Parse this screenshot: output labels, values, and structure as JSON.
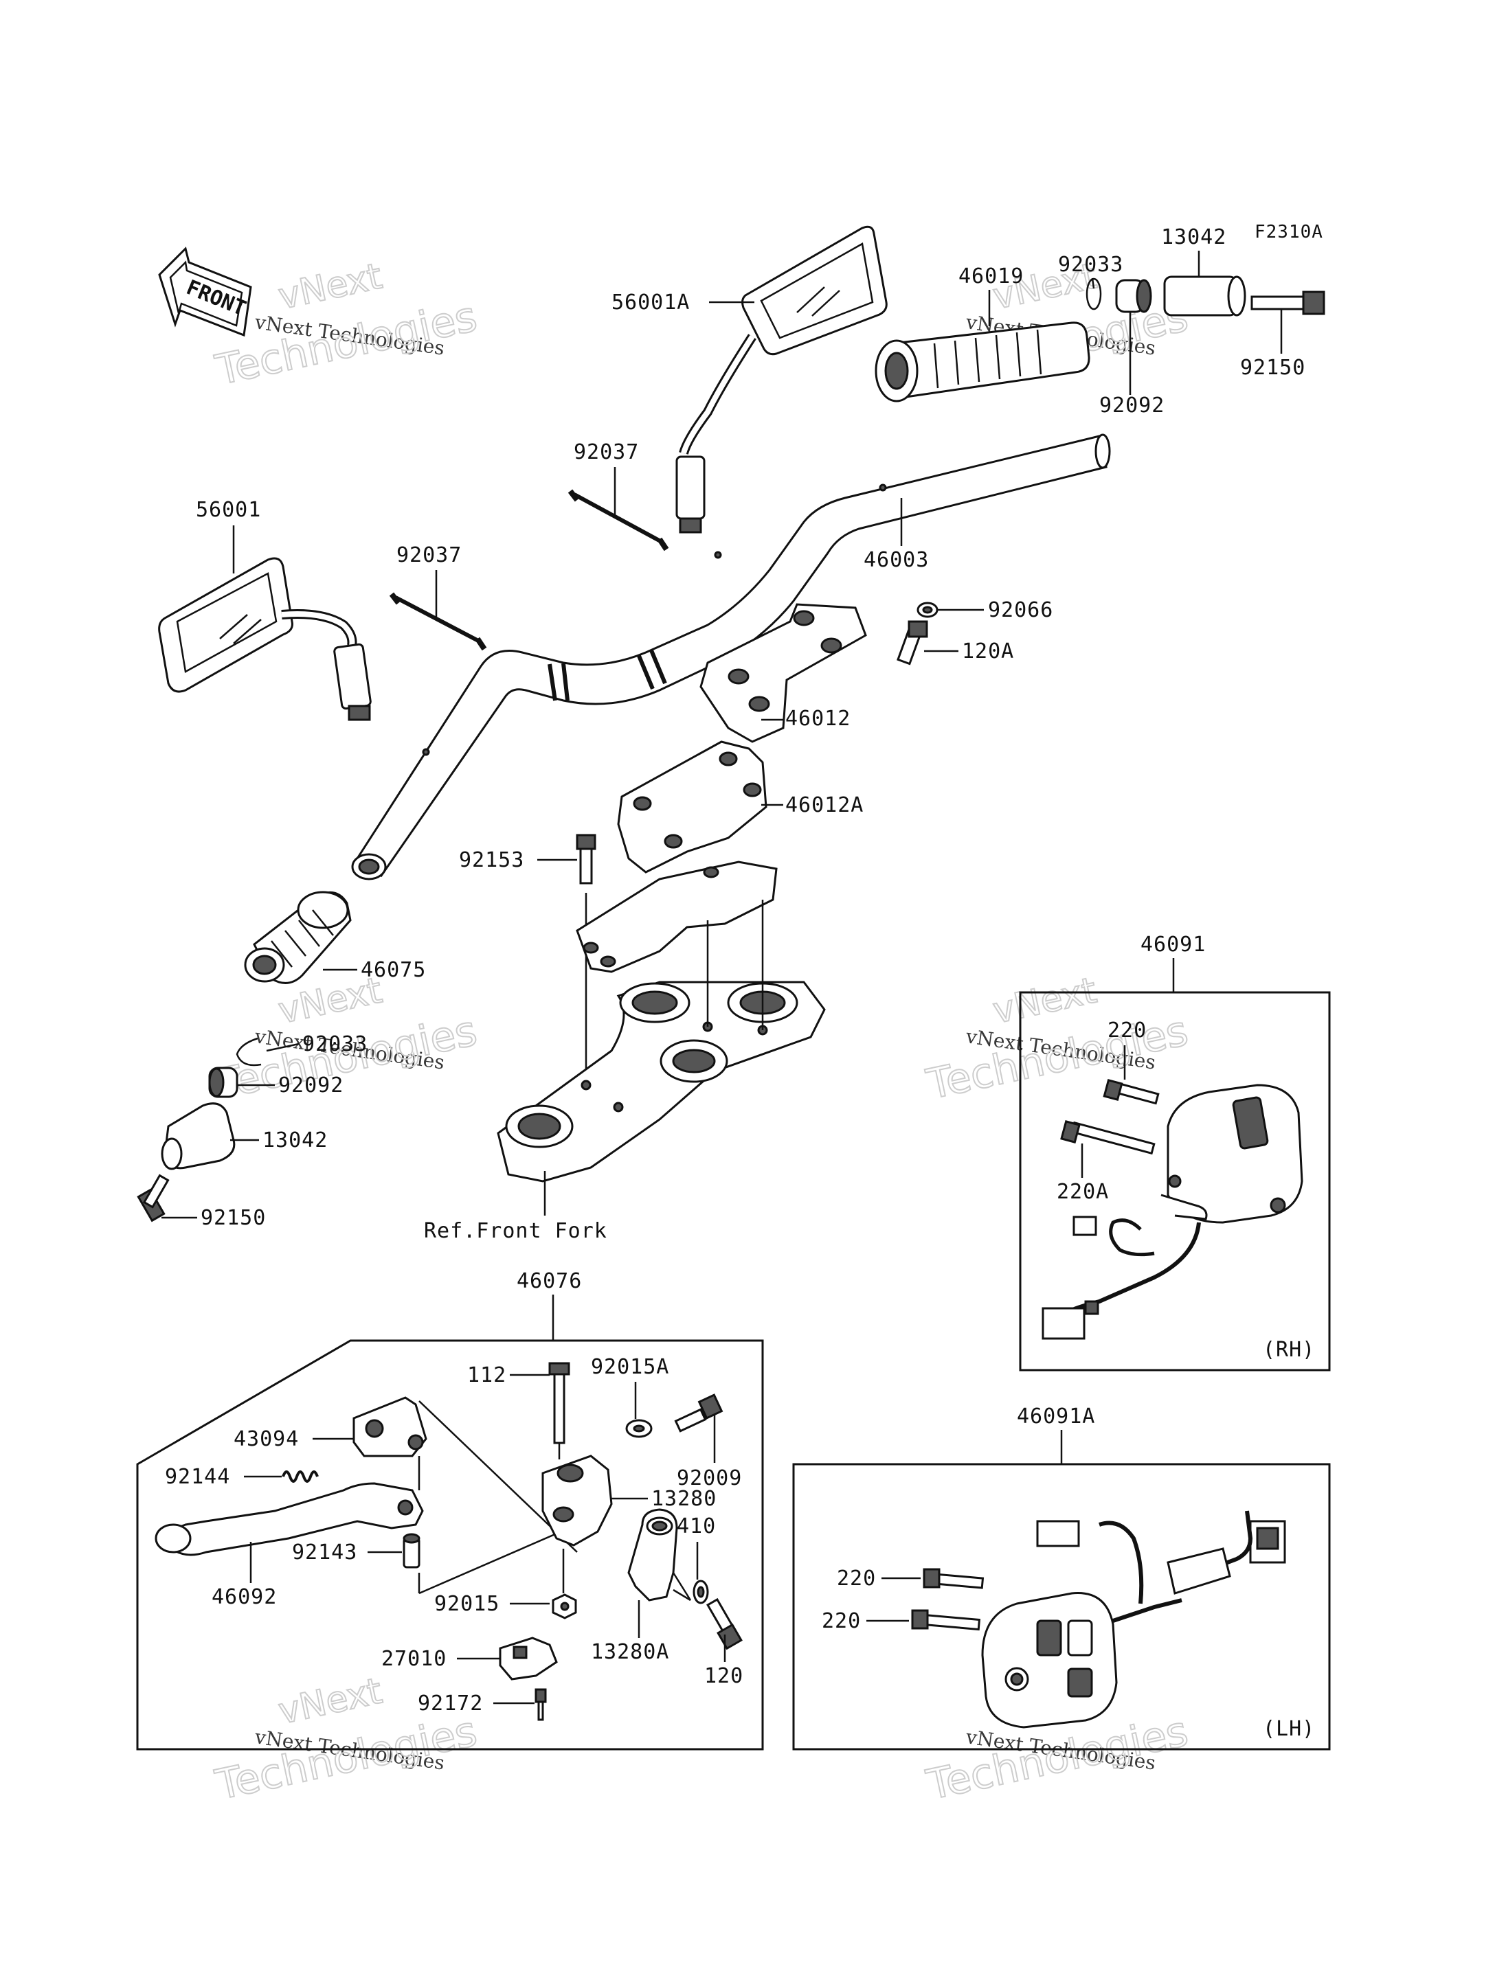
{
  "figure_code": "F2310A",
  "front_badge": "FRONT",
  "reference_label": "Ref.Front Fork",
  "watermark": {
    "line1": "vNext",
    "line2": "vNext Technologies",
    "line3": "Technologies"
  },
  "boxes": {
    "rh": {
      "number": "46091",
      "side": "(RH)"
    },
    "lh": {
      "number": "46091A",
      "side": "(LH)"
    },
    "lever": {
      "number": "46076"
    }
  },
  "labels": {
    "p13042_top": "13042",
    "p46019": "46019",
    "p92033_top": "92033",
    "p56001A": "56001A",
    "p92150_top": "92150",
    "p92092_top": "92092",
    "p92037_a": "92037",
    "p56001": "56001",
    "p92037_b": "92037",
    "p46003": "46003",
    "p92066": "92066",
    "p120A": "120A",
    "p46012": "46012",
    "p46012A": "46012A",
    "p92153": "92153",
    "p46075": "46075",
    "p92033_bot": "92033",
    "p92092_bot": "92092",
    "p13042_bot": "13042",
    "p92150_bot": "92150",
    "p220_rh": "220",
    "p220A": "220A",
    "p112": "112",
    "p92015A": "92015A",
    "p43094": "43094",
    "p92009": "92009",
    "p92144": "92144",
    "p13280": "13280",
    "p410": "410",
    "p92143": "92143",
    "p46092": "46092",
    "p92015": "92015",
    "p13280A": "13280A",
    "p120": "120",
    "p27010": "27010",
    "p92172": "92172",
    "p220_lh_a": "220",
    "p220_lh_b": "220"
  }
}
